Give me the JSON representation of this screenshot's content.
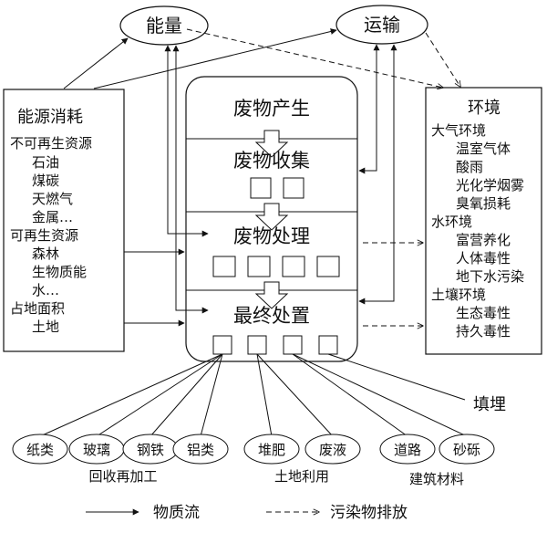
{
  "nodes": {
    "energy": "能量",
    "transport": "运输",
    "resources": {
      "title": "能源消耗",
      "lines": [
        "不可再生资源",
        "石油",
        "煤碳",
        "天燃气",
        "金属…",
        "可再生资源",
        "森林",
        "生物质能",
        "水…",
        "占地面积",
        "土地"
      ]
    },
    "environment": {
      "title": "环境",
      "lines": [
        "大气环境",
        "温室气体",
        "酸雨",
        "光化学烟雾",
        "臭氧损耗",
        "水环境",
        "富营养化",
        "人体毒性",
        "地下水污染",
        "土壤环境",
        "生态毒性",
        "持久毒性"
      ]
    },
    "stages": [
      "废物产生",
      "废物收集",
      "废物处理",
      "最终处置"
    ],
    "landfill": "填埋",
    "outputs": [
      "纸类",
      "玻璃",
      "钢铁",
      "铝类",
      "堆肥",
      "废液",
      "道路",
      "砂砾"
    ],
    "groups": [
      "回收再加工",
      "土地利用",
      "建筑材料"
    ]
  },
  "legend": {
    "material_flow": "物质流",
    "pollutant_emission": "污染物排放"
  }
}
